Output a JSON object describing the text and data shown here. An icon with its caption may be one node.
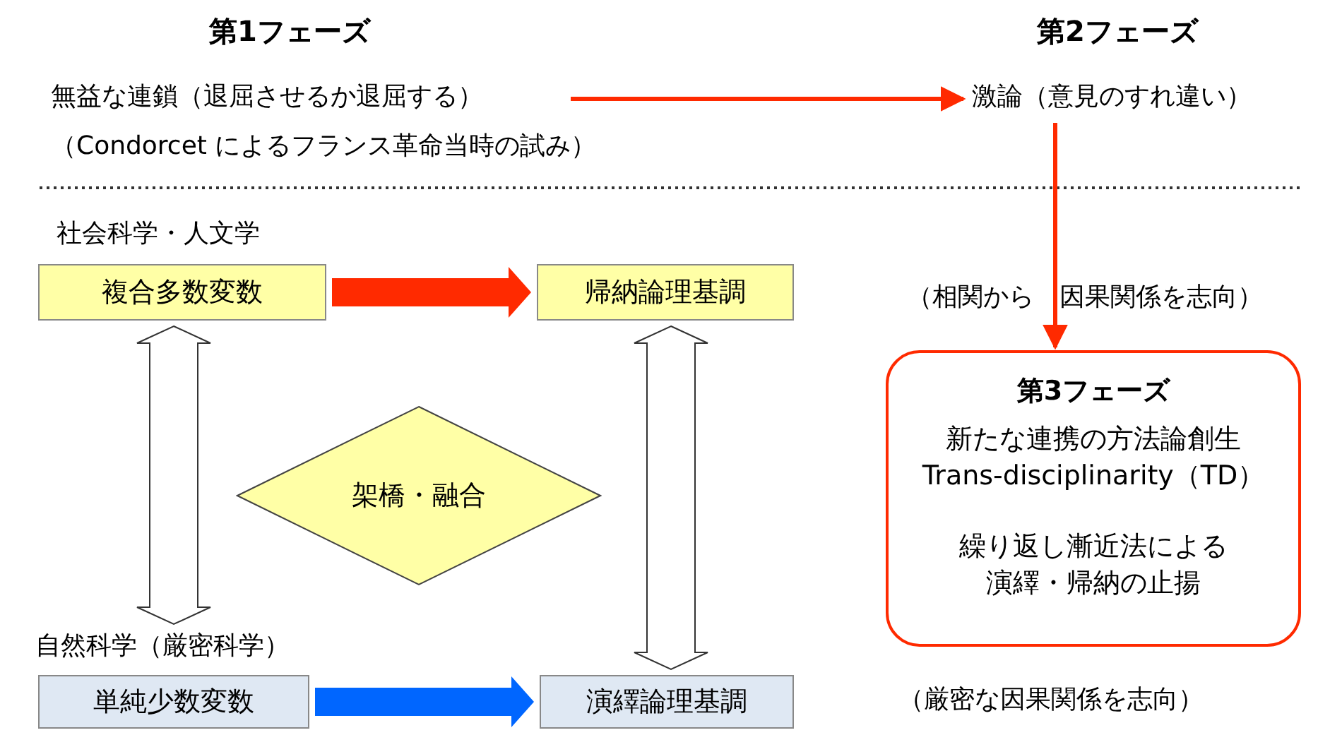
{
  "diagram": {
    "nodes": [
      {
        "text": [
          "無益な連鎖（退屈させるか退屈する）"
        ],
        "beside": [
          "（Condorcet によるフランス革命当時の試み）"
        ]
      },
      {
        "text": [
          "激論（意見のすれ違い）"
        ]
      },
      {
        "text": [
          "第3フェーズ",
          "新たな連携の方法論創生 Trans-disciplinarity（TD）",
          "繰り返し漸近法による演繹・帰納の止揚"
        ]
      },
      {
        "text": [
          "複合多数変数"
        ]
      },
      {
        "text": [
          "帰納論理基調"
        ]
      },
      {
        "text": [
          "架橋・融合"
        ]
      },
      {
        "text": [
          "単純少数変数"
        ]
      },
      {
        "text": [
          "演繹論理基調"
        ]
      }
    ],
    "edges": [
      {
        "from": 0,
        "to": 1,
        "arrow": "to"
      },
      {
        "from": 1,
        "to": 2,
        "arrow": "to"
      },
      {
        "from": 3,
        "to": 4,
        "arrow": "to",
        "style": "thick"
      },
      {
        "from": 6,
        "to": 7,
        "arrow": "to",
        "style": "thick",
        "color": "#0066ff"
      },
      {
        "from": 3,
        "to": 6,
        "arrow": "both",
        "style": "thick",
        "color": "#ffffff"
      },
      {
        "from": 4,
        "to": 7,
        "arrow": "both",
        "style": "thick",
        "color": "#ffffff"
      }
    ],
    "labels": [
      "第1フェーズ",
      "第2フェーズ",
      "社会科学・人文学",
      "（相関から　因果関係を志向）",
      "自然科学（厳密科学）",
      "（厳密な因果関係を志向）"
    ]
  }
}
